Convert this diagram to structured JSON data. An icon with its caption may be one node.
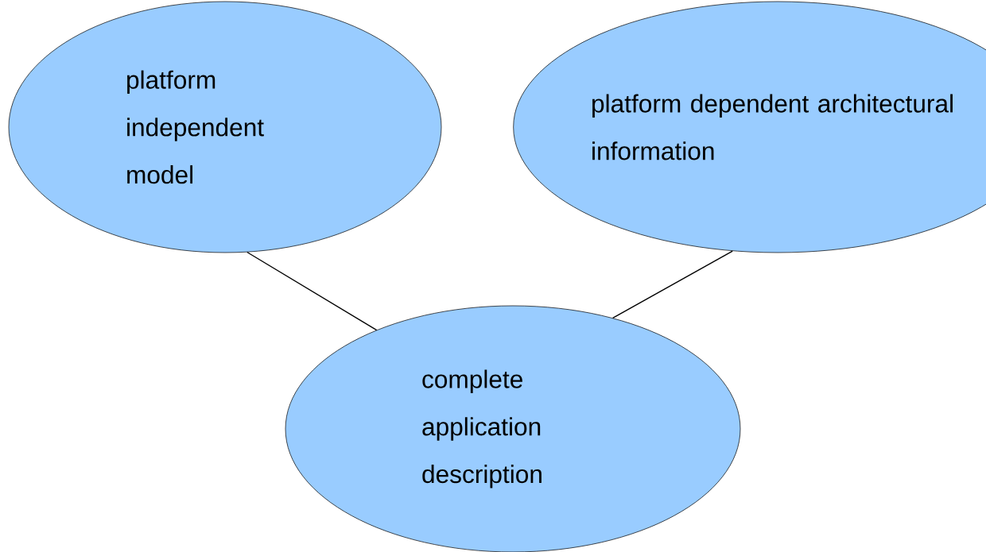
{
  "diagram": {
    "nodes": [
      {
        "text": [
          "platform independent model"
        ]
      },
      {
        "text": [
          "platform dependent architectural information"
        ]
      },
      {
        "text": [
          "complete application description"
        ]
      }
    ],
    "edges": [
      {
        "from": 0,
        "to": 2,
        "arrow": "none"
      },
      {
        "from": 1,
        "to": 2,
        "arrow": "none"
      }
    ]
  }
}
